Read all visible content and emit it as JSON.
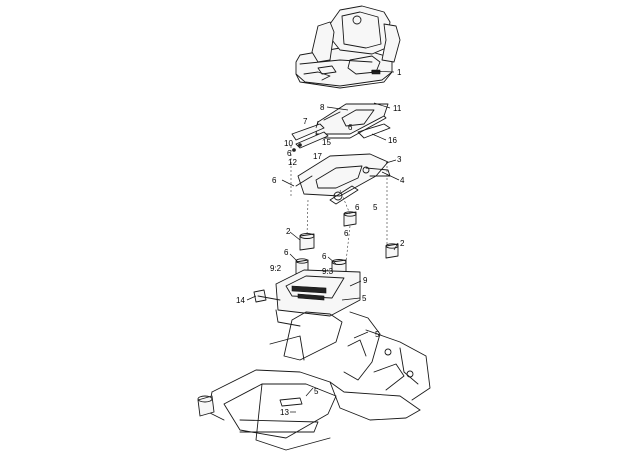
{
  "callouts": [
    {
      "id": "c1",
      "text": "1"
    },
    {
      "id": "c2a",
      "text": "2"
    },
    {
      "id": "c2b",
      "text": "2"
    },
    {
      "id": "c3",
      "text": "3"
    },
    {
      "id": "c4",
      "text": "4"
    },
    {
      "id": "c5a",
      "text": "5"
    },
    {
      "id": "c5b",
      "text": "5"
    },
    {
      "id": "c5c",
      "text": "5"
    },
    {
      "id": "c5d",
      "text": "5"
    },
    {
      "id": "c6a",
      "text": "6"
    },
    {
      "id": "c6b",
      "text": "6"
    },
    {
      "id": "c6c",
      "text": "6"
    },
    {
      "id": "c6d",
      "text": "6"
    },
    {
      "id": "c6e",
      "text": "6"
    },
    {
      "id": "c6f",
      "text": "6"
    },
    {
      "id": "c6g",
      "text": "6"
    },
    {
      "id": "c7",
      "text": "7"
    },
    {
      "id": "c8",
      "text": "8"
    },
    {
      "id": "c9",
      "text": "9"
    },
    {
      "id": "c92",
      "text": "9:2"
    },
    {
      "id": "c93",
      "text": "9:3"
    },
    {
      "id": "c10",
      "text": "10"
    },
    {
      "id": "c11",
      "text": "11"
    },
    {
      "id": "c12",
      "text": "12"
    },
    {
      "id": "c13",
      "text": "13"
    },
    {
      "id": "c14",
      "text": "14"
    },
    {
      "id": "c15",
      "text": "15"
    },
    {
      "id": "c16",
      "text": "16"
    },
    {
      "id": "c17",
      "text": "17"
    }
  ],
  "colors": {
    "line": "#1a1a1a",
    "background": "#ffffff"
  }
}
